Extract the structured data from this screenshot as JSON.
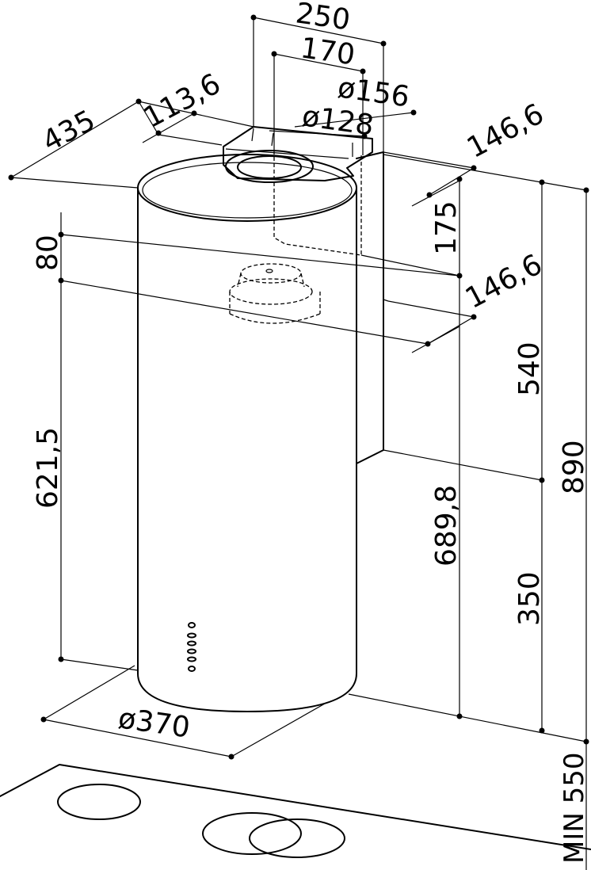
{
  "dimensions": {
    "top_width": "250",
    "inner_width": "170",
    "outlet_outer_diameter": "ø156",
    "outlet_inner_diameter": "ø128",
    "depth_offset": "113,6",
    "overall_depth": "435",
    "bracket_offset_top": "146,6",
    "upper_section_height": "175",
    "motor_offset": "80",
    "bracket_offset_mid": "146,6",
    "chimney_height": "540",
    "overall_height": "890",
    "body_height_left": "621,5",
    "body_height_right": "689,8",
    "lower_section_height": "350",
    "body_diameter": "ø370",
    "min_distance_to_hob": "MIN 550"
  }
}
